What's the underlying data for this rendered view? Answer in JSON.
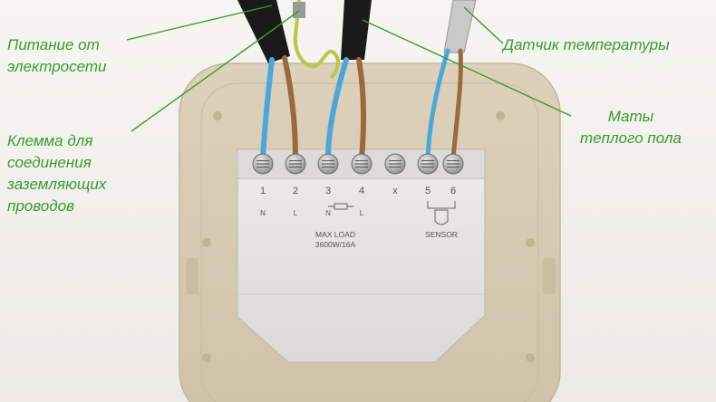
{
  "labels": {
    "power": [
      "Питание от",
      "электросети"
    ],
    "ground": [
      "Клемма для",
      "соединения",
      "заземляющих",
      "проводов"
    ],
    "sensor": [
      "Датчик температуры"
    ],
    "mats": [
      "Маты",
      "теплого пола"
    ]
  },
  "terminals": {
    "numbers": [
      "1",
      "2",
      "3",
      "4",
      "x",
      "5",
      "6"
    ],
    "sub": [
      "N",
      "L",
      "N",
      "L"
    ]
  },
  "load_text": [
    "MAX LOAD",
    "3600W/16A"
  ],
  "sensor_text": "SENSOR",
  "colors": {
    "label_green": "#3a9a33",
    "wire_blue": "#4aa8d8",
    "wire_brown": "#9a6a3c",
    "wire_yellow_green": "#b8c84a",
    "cable_black": "#1a1a1a",
    "cable_grey": "#c9c9c9",
    "plate_beige": "#d9ccb4",
    "module_white": "#e4e3e0"
  }
}
